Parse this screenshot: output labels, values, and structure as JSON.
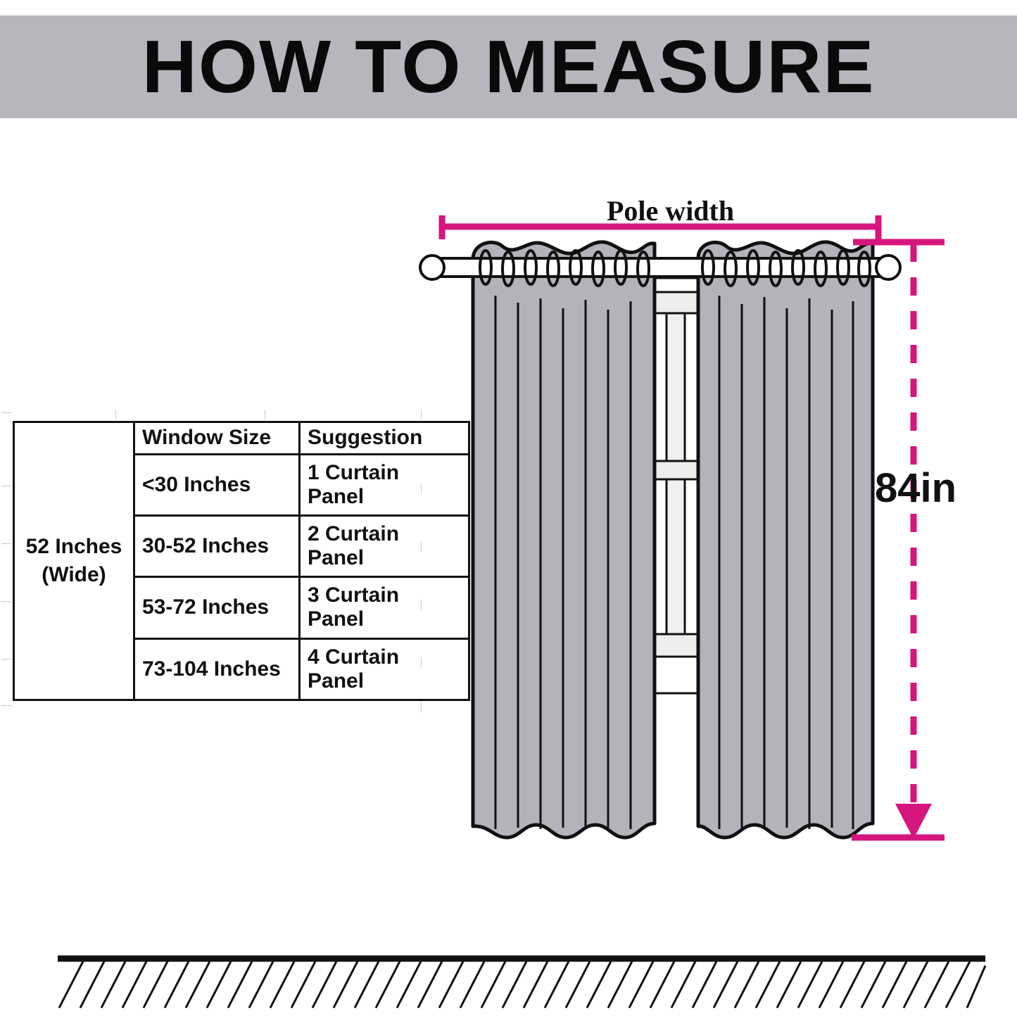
{
  "header": {
    "title": "HOW TO MEASURE",
    "background_color": "#b6b6bd",
    "text_color": "#0a0a0a"
  },
  "table": {
    "merged_cell_line1": "52 Inches",
    "merged_cell_line2": "(Wide)",
    "columns": [
      "Window Size",
      "Suggestion"
    ],
    "rows": [
      {
        "window_size": "<30 Inches",
        "suggestion": "1 Curtain Panel"
      },
      {
        "window_size": "30-52 Inches",
        "suggestion": "2 Curtain Panel"
      },
      {
        "window_size": "53-72 Inches",
        "suggestion": "3 Curtain Panel"
      },
      {
        "window_size": "73-104 Inches",
        "suggestion": "4 Curtain Panel"
      }
    ]
  },
  "diagram": {
    "pole_width_label": "Pole width",
    "height_label": "84in",
    "accent_color": "#d6157f",
    "curtain_fill": "#b3b3bb",
    "curtain_stroke": "#111111",
    "window_fill": "#ffffff",
    "window_frame_fill": "#eeeeee",
    "rod_fill": "#ffffff",
    "floor_line_color": "#111111",
    "icons": [
      "curtain-rod-icon",
      "curtain-ring-icon",
      "curtain-panel-icon",
      "window-icon",
      "dimension-arrow-icon",
      "floor-hatch-icon"
    ]
  }
}
